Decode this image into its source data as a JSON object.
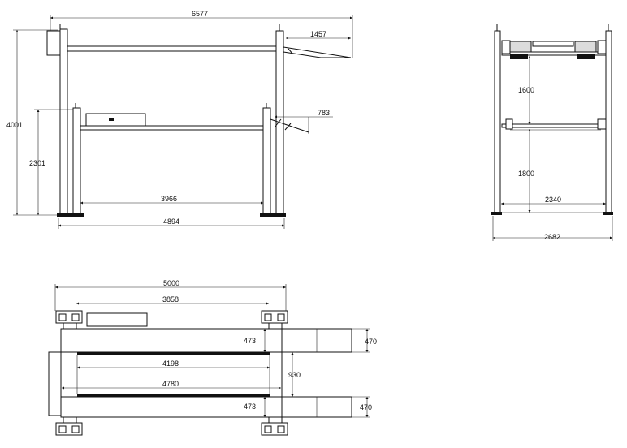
{
  "views": {
    "front": {
      "overall_width": "6577",
      "overhang": "1457",
      "ramp_offset": "783",
      "total_height": "4001",
      "lower_height": "2301",
      "inner_span": "3966",
      "outer_span": "4894"
    },
    "side": {
      "upper_level": "1600",
      "lower_level": "1800",
      "inner_width": "2340",
      "outer_width": "2682"
    },
    "top": {
      "overall_length": "5000",
      "post_spacing": "3858",
      "runway_width_top": "473",
      "ramp_width_top": "470",
      "inner_length": "4198",
      "platform_length": "4780",
      "gap": "930",
      "runway_width_bottom": "473",
      "ramp_width_bottom": "470"
    }
  }
}
